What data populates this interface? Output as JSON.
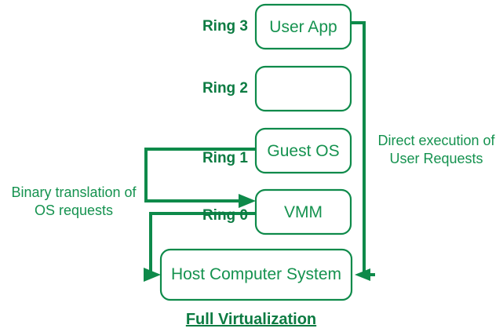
{
  "diagram": {
    "title": "Full Virtualization",
    "accent_color": "#0e8a4a",
    "text_color": "#15924f",
    "background_color": "#ffffff",
    "boxes": [
      {
        "id": "user-app",
        "label": "User App"
      },
      {
        "id": "ring2-empty",
        "label": ""
      },
      {
        "id": "guest-os",
        "label": "Guest OS"
      },
      {
        "id": "vmm",
        "label": "VMM"
      },
      {
        "id": "host-computer-system",
        "label": "Host Computer System"
      }
    ],
    "ring_labels": [
      {
        "id": "ring-3",
        "label": "Ring 3"
      },
      {
        "id": "ring-2",
        "label": "Ring 2"
      },
      {
        "id": "ring-1",
        "label": "Ring 1"
      },
      {
        "id": "ring-0",
        "label": "Ring 0"
      }
    ],
    "annotations": [
      {
        "id": "binary-translation",
        "line1": "Binary translation of",
        "line2": "OS requests"
      },
      {
        "id": "direct-execution",
        "line1": "Direct execution of",
        "line2": "User Requests"
      }
    ]
  }
}
